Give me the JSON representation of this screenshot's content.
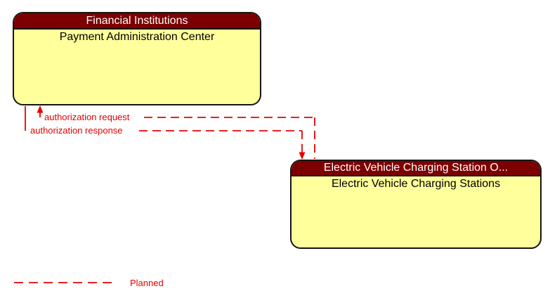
{
  "diagram": {
    "type": "architecture-interconnect-flow-diagram",
    "entities": [
      {
        "id": "payment-administration-center",
        "header": "Financial Institutions",
        "body": "Payment Administration Center"
      },
      {
        "id": "electric-vehicle-charging-stations",
        "header": "Electric Vehicle Charging Station O...",
        "body": "Electric Vehicle Charging Stations"
      }
    ],
    "flows": [
      {
        "label": "authorization request",
        "from": "Electric Vehicle Charging Stations",
        "to": "Payment Administration Center",
        "status": "Planned",
        "line_style": "dashed"
      },
      {
        "label": "authorization response",
        "from": "Payment Administration Center",
        "to": "Electric Vehicle Charging Stations",
        "status": "Planned",
        "line_style": "dashed"
      }
    ],
    "legend": {
      "line_style": "dashed",
      "label": "Planned"
    },
    "colors": {
      "entity_header_bg": "#7C0000",
      "entity_header_text": "#FFFFFF",
      "entity_body_bg": "#FFFF9C",
      "entity_body_text": "#000000",
      "entity_border": "#161616",
      "flow_line": "#E60000",
      "background": "#FFFFFF"
    }
  }
}
